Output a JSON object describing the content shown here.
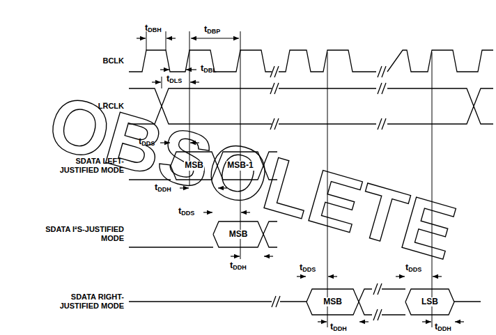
{
  "diagram": {
    "nodes": [
      {
        "text": [
          "MSB"
        ]
      },
      {
        "text": [
          "MSB-1"
        ]
      },
      {
        "text": [
          "MSB"
        ]
      },
      {
        "text": [
          "MSB"
        ]
      },
      {
        "text": [
          "LSB"
        ]
      }
    ],
    "labels": [
      "tDBH",
      "tDBP",
      "BCLK",
      "tDBL",
      "tDLS",
      "LR̅CLK",
      "tDDS",
      "SDATA LEFT-JUSTIFIED MODE",
      "tDDH",
      "tDDS",
      "SDATA I²S-JUSTIFIED MODE",
      "tDDH",
      "tDDS",
      "tDDS",
      "SDATA RIGHT-JUSTIFIED MODE",
      "tDDH",
      "tDDH",
      "OBSOLETE"
    ]
  }
}
